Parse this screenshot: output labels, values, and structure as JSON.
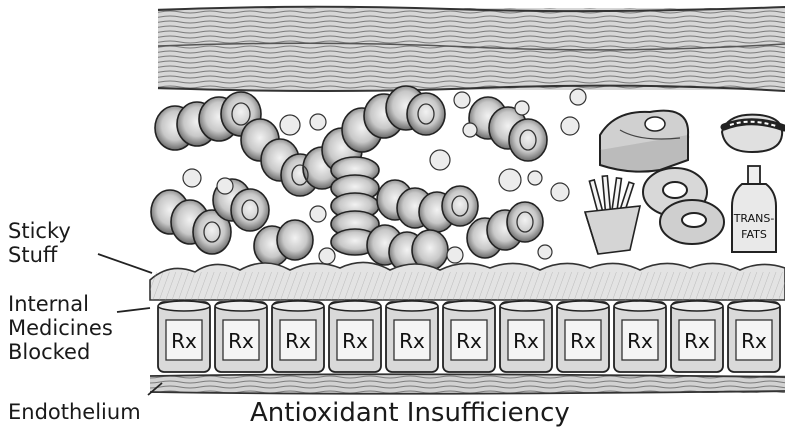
{
  "labels": {
    "sticky_stuff_line1": "Sticky",
    "sticky_stuff_line2": "Stuff",
    "internal_meds_line1": "Internal",
    "internal_meds_line2": "Medicines",
    "internal_meds_line3": "Blocked",
    "endothelium": "Endothelium"
  },
  "caption": "Antioxidant Insufficiency",
  "icons": {
    "rx_symbol": "Rx",
    "bottle_label_line1": "TRANS-",
    "bottle_label_line2": "FATS"
  },
  "illustration": {
    "style": "pencil sketch, grayscale",
    "vessel_wall_color": "#8a8a8a",
    "cell_fill": "#cfcfcf",
    "stroke": "#222222",
    "rx_cylinder_count": 11
  }
}
